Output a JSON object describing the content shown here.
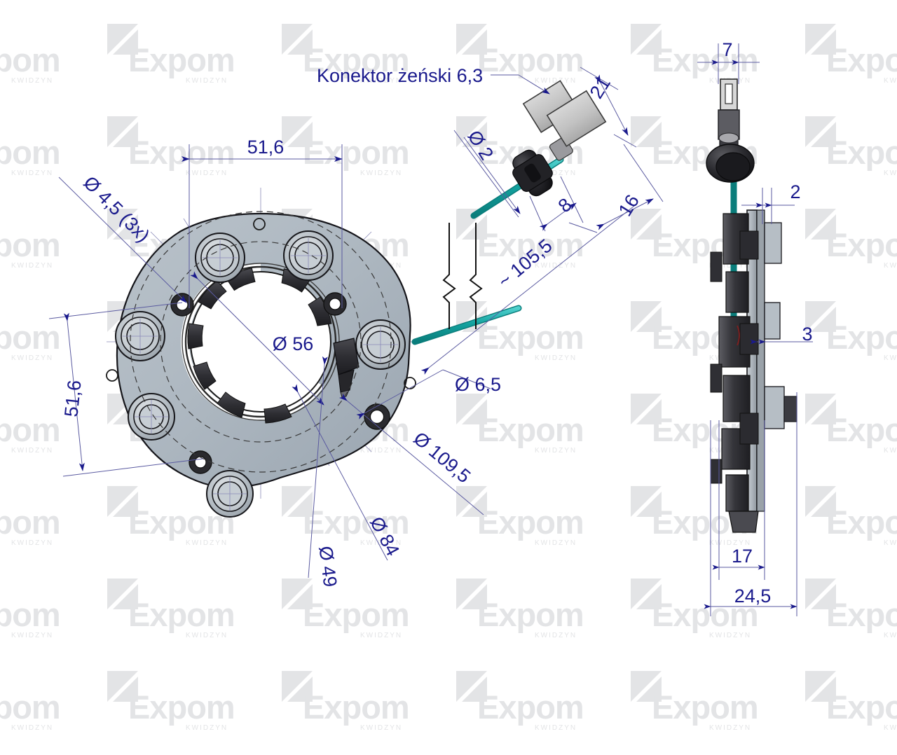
{
  "drawing": {
    "title_note": "Konektor żeński 6,3",
    "colors": {
      "dimension_text": "#1a1a8c",
      "dimension_line": "#5a5aa0",
      "plate_body": "#aeb8c1",
      "plate_edge": "#1a1a1a",
      "cable": "#17a8a8",
      "dark_part": "#3a3a3e",
      "connector_body": "#c3c3c3",
      "watermark": "#e3e4e6"
    },
    "watermark": {
      "word": "Expom",
      "sub": "KWIDZYN"
    },
    "views": [
      {
        "name": "front-view",
        "label": "front"
      },
      {
        "name": "cable-connector-view",
        "label": "cable"
      },
      {
        "name": "side-view",
        "label": "side"
      }
    ],
    "dimensions": {
      "front": [
        {
          "id": "dim-51-6-horizontal",
          "value": "51,6",
          "orientation": "horizontal"
        },
        {
          "id": "dim-51-6-vertical",
          "value": "51,6",
          "orientation": "vertical"
        },
        {
          "id": "dim-hole-4-5",
          "value": "Ø 4,5 (3x)",
          "orientation": "diagonal"
        },
        {
          "id": "dim-bore-56",
          "value": "Ø 56",
          "orientation": "diagonal"
        },
        {
          "id": "dim-circle-49",
          "value": "Ø 49",
          "orientation": "diagonal"
        },
        {
          "id": "dim-circle-84",
          "value": "Ø 84",
          "orientation": "diagonal"
        },
        {
          "id": "dim-outer-109-5",
          "value": "Ø 109,5",
          "orientation": "diagonal"
        },
        {
          "id": "dim-hole-6-5",
          "value": "Ø 6,5",
          "orientation": "horizontal"
        }
      ],
      "cable": [
        {
          "id": "dim-cable-2",
          "value": "Ø 2",
          "orientation": "diagonal"
        },
        {
          "id": "dim-length-105-5",
          "value": "~ 105,5",
          "orientation": "diagonal"
        },
        {
          "id": "dim-grommet-8",
          "value": "8",
          "orientation": "diagonal"
        },
        {
          "id": "dim-connector-16",
          "value": "16",
          "orientation": "diagonal"
        },
        {
          "id": "dim-connector-21",
          "value": "21",
          "orientation": "diagonal"
        }
      ],
      "side": [
        {
          "id": "dim-top-7",
          "value": "7",
          "orientation": "horizontal"
        },
        {
          "id": "dim-2",
          "value": "2",
          "orientation": "horizontal"
        },
        {
          "id": "dim-3",
          "value": "3",
          "orientation": "horizontal"
        },
        {
          "id": "dim-17",
          "value": "17",
          "orientation": "horizontal"
        },
        {
          "id": "dim-24-5",
          "value": "24,5",
          "orientation": "horizontal"
        }
      ]
    }
  }
}
